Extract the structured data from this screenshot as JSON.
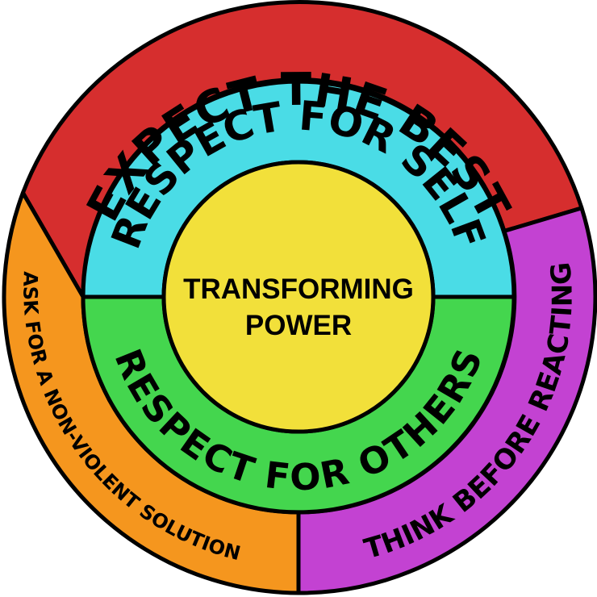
{
  "center": {
    "line1": "TRANSFORMING",
    "line2": "POWER",
    "color": "#F2E03A"
  },
  "inner_ring": {
    "top": {
      "label": "RESPECT FOR SELF",
      "color": "#4ADCE6"
    },
    "bottom": {
      "label": "RESPECT FOR OTHERS",
      "color": "#44D64E"
    }
  },
  "outer_ring": {
    "top": {
      "label": "EXPECT THE BEST",
      "color": "#D62E2E"
    },
    "left": {
      "label": "ASK FOR A NON-VIOLENT SOLUTION",
      "color": "#F5961E"
    },
    "right": {
      "label": "THINK BEFORE REACTING",
      "color": "#C342D2"
    }
  },
  "outline_color": "#000000"
}
